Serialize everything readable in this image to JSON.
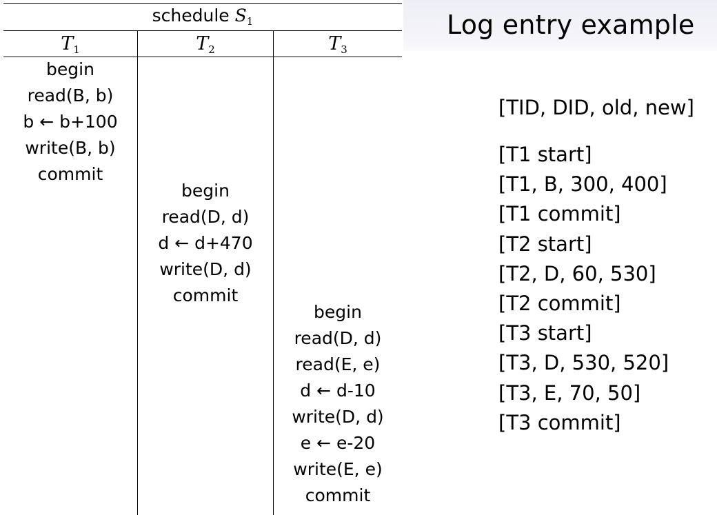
{
  "frame_title": "Log entry example",
  "schedule": {
    "caption_prefix": "schedule ",
    "caption_var": "S",
    "caption_sub": "1",
    "columns": [
      {
        "var": "T",
        "sub": "1"
      },
      {
        "var": "T",
        "sub": "2"
      },
      {
        "var": "T",
        "sub": "3"
      }
    ],
    "t1_ops": [
      "begin",
      "read(B, b)",
      "b ← b+100",
      "write(B, b)",
      "commit"
    ],
    "t2_ops": [
      "begin",
      "read(D, d)",
      "d ← d+470",
      "write(D, d)",
      "commit"
    ],
    "t3_ops": [
      "begin",
      "read(D, d)",
      "read(E, e)",
      "d ← d-10",
      "write(D, d)",
      "e ← e-20",
      "write(E, e)",
      "commit"
    ]
  },
  "log": {
    "format": "[TID, DID, old, new]",
    "entries": [
      "[T1 start]",
      "[T1, B, 300, 400]",
      "[T1 commit]",
      "[T2 start]",
      "[T2, D, 60, 530]",
      "[T2 commit]",
      "[T3 start]",
      "[T3, D, 530, 520]",
      "[T3, E, 70, 50]",
      "[T3 commit]"
    ]
  }
}
